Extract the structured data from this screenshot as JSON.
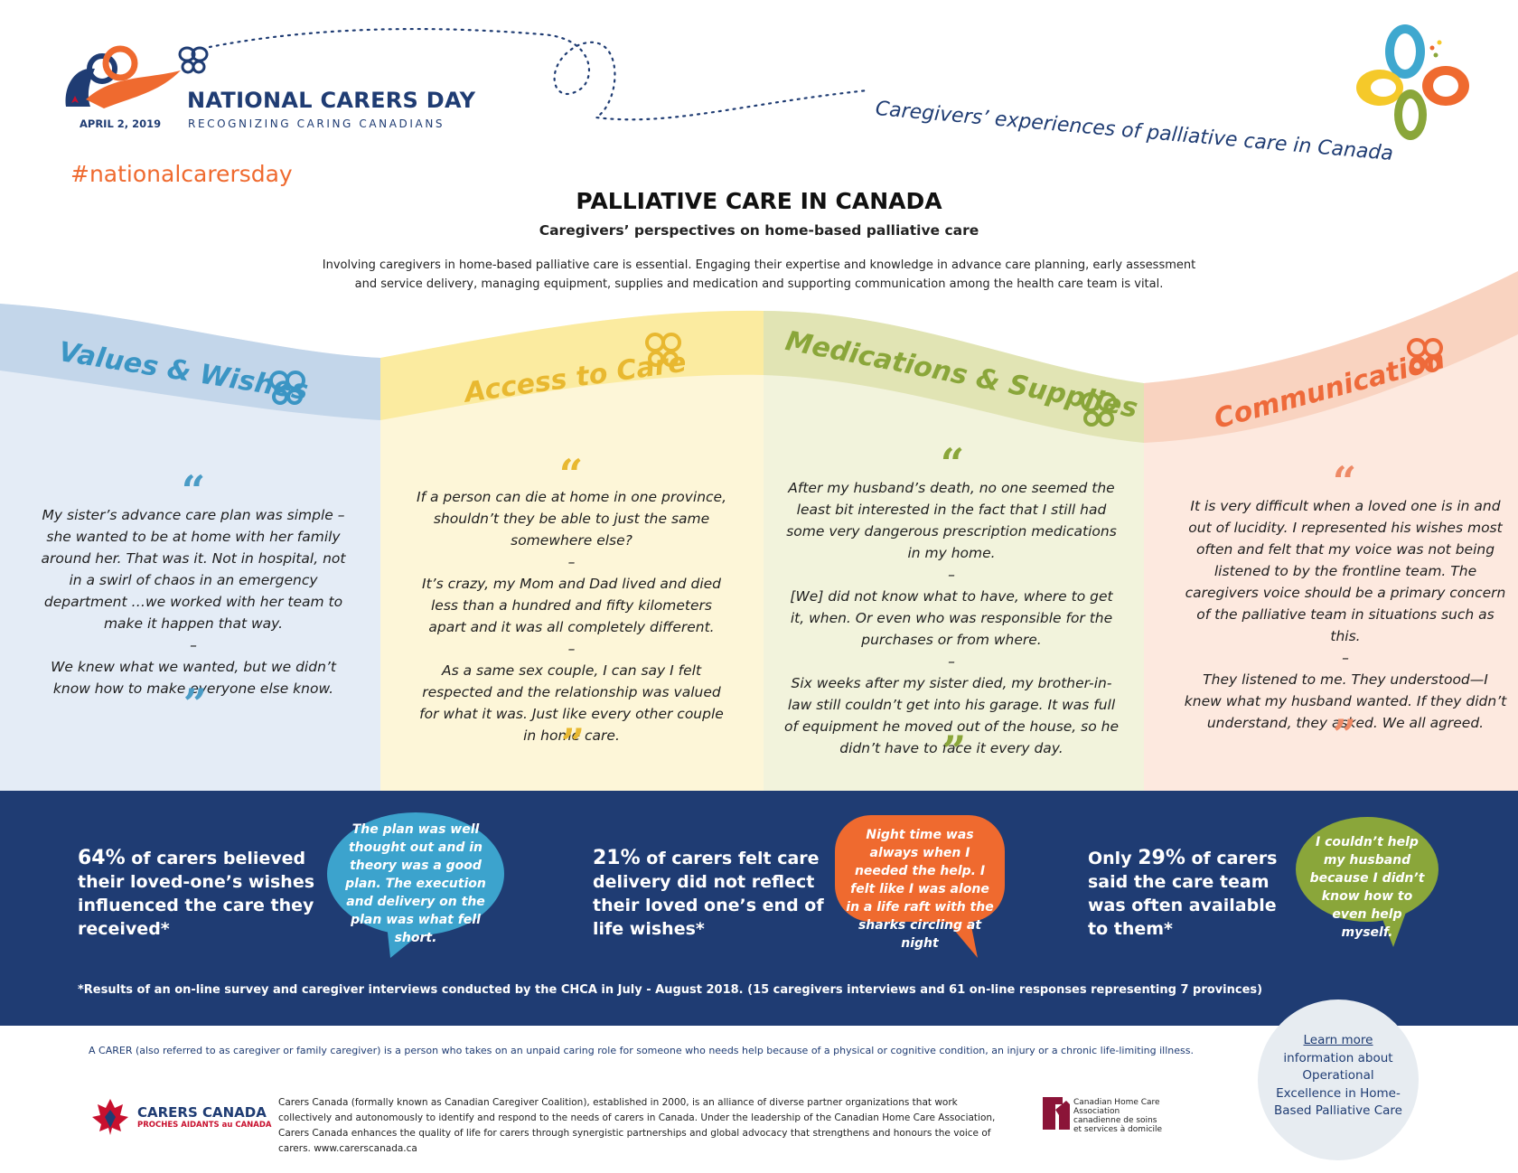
{
  "header": {
    "brand_name": "NATIONAL CARERS DAY",
    "brand_date": "APRIL 2, 2019",
    "brand_tagline": "RECOGNIZING CARING CANADIANS",
    "hashtag": "#nationalcarersday",
    "subtitle_banner": "Caregivers’ experiences of palliative care in Canada"
  },
  "intro": {
    "title": "PALLIATIVE CARE IN CANADA",
    "subtitle": "Caregivers’ perspectives on home-based palliative care",
    "line1": "Involving caregivers in home-based palliative care is essential.  Engaging their expertise and knowledge in advance care planning, early assessment",
    "line2": "and service delivery, managing equipment, supplies and medication and supporting communication among the health care team is vital."
  },
  "colors": {
    "navy": "#1f3c73",
    "orange": "#ef6a2f",
    "blue": "#4a9cc6",
    "yellow": "#e8b830",
    "green": "#8aa63a",
    "coral": "#ee6a3a"
  },
  "columns": [
    {
      "title": "Values & Wishes",
      "icon": "butterfly-icon",
      "quotes": [
        "My sister’s advance care plan was simple – she wanted to be at home with her family around her. That was it. Not in hospital, not in a swirl of chaos in an emergency department …we worked with her team to make it happen that way.",
        "We knew what we wanted, but we didn’t know how to make everyone else know."
      ]
    },
    {
      "title": "Access to Care",
      "icon": "butterfly-icon",
      "quotes": [
        "If a person can die at home in one province, shouldn’t they be able to just the same somewhere else?",
        "It’s crazy, my Mom  and Dad lived and died less than a hundred and fifty kilometers apart and it was all completely different.",
        "As a same sex couple, I can say I felt respected and the relationship was valued for what it was. Just like every other couple in home care."
      ]
    },
    {
      "title": "Medications & Supplies",
      "icon": "butterfly-icon",
      "quotes": [
        "After my husband’s death, no  one seemed the least bit interested in the fact that I still had some very dangerous prescription medications in my home.",
        "[We] did not know what to have, where to get it, when. Or even who was responsible for the purchases or from where.",
        "Six weeks after my  sister died, my brother-in-law still couldn’t get into his garage.  It was full of equipment he moved out of the house, so he didn’t have to face it  every day."
      ]
    },
    {
      "title": "Communication",
      "icon": "butterfly-icon",
      "quotes": [
        "It is very difficult when a loved one is in and out of lucidity. I represented his wishes most often and felt that my voice was not being listened to by the frontline team. The caregivers voice should be a primary concern of the palliative team in situations such as this.",
        "They listened to me. They understood—I knew what  my husband wanted. If they didn’t understand,  they asked. We all agreed."
      ]
    }
  ],
  "quote_open": "“",
  "quote_close": "”",
  "quote_separator": "–",
  "stats": [
    {
      "pct": "64%",
      "text_after": " of carers  believed their loved-one’s wishes influenced the care they received*",
      "bubble": "The plan  was well thought out and in theory was a good plan. The execution and delivery on the plan was what fell short."
    },
    {
      "pct": "21%",
      "text_after": " of carers  felt care delivery did not reflect their loved one’s end of life wishes*",
      "bubble": "Night time was always when I needed the help. I felt like I was alone in a life raft with the sharks circling at night"
    },
    {
      "prefix": "Only ",
      "pct": "29%",
      "text_after": " of carers said the care team was often available to them*",
      "bubble": "I couldn’t help my husband because I didn’t know how to even help myself."
    }
  ],
  "footnote": "*Results of an on-line survey and caregiver interviews conducted by the CHCA in July - August 2018.  (15 caregivers interviews and 61 on-line responses representing 7 provinces)",
  "definition": "A CARER  (also referred  to  as caregiver or family caregiver) is a person  who takes on an unpaid caring  role for someone who needs  help because of a physical or cognitive condition, an injury  or a chronic life-limiting illness.",
  "carers_canada": {
    "name": "CARERS CANADA",
    "name_fr": "PROCHES AIDANTS au CANADA",
    "description": "Carers Canada (formally known as Canadian Caregiver Coalition), established in 2000, is an alliance of diverse partner organizations that work collectively and autonomously to identify and respond to the needs of carers in Canada. Under the leadership of the Canadian Home Care Association, Carers Canada enhances the quality of life for carers through synergistic partnerships and global advocacy that strengthens and honours the voice of carers. www.carerscanada.ca"
  },
  "chca": {
    "line1": "Canadian Home Care",
    "line2": "Association",
    "line3": "canadienne de soins",
    "line4": "et services à domicile"
  },
  "learn_more": {
    "link": "Learn more",
    "rest": "information about Operational Excellence in Home-Based Palliative Care"
  }
}
